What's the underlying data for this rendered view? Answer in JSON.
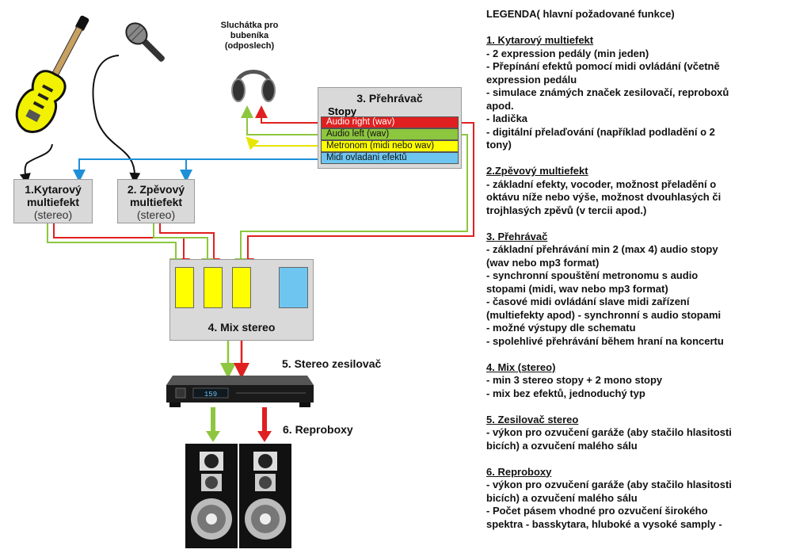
{
  "headphones": {
    "label_lines": [
      "Sluchátka pro",
      "bubeníka",
      "(odposlech)"
    ]
  },
  "player": {
    "title": "3. Přehrávač",
    "tracks_label": "Stopy",
    "tracks": [
      {
        "label": "Audio right (wav)",
        "color": "#e02020"
      },
      {
        "label": "Audio left (wav)",
        "color": "#8dc63f"
      },
      {
        "label": "Metronom (midi nebo wav)",
        "color": "#ffff00"
      },
      {
        "label": "Midi ovladani efektů",
        "color": "#6ec6f0"
      }
    ]
  },
  "guitar_fx": {
    "title_lines": [
      "1.Kytarový",
      "multiefekt"
    ],
    "sub": "(stereo)"
  },
  "vocal_fx": {
    "title_lines": [
      "2. Zpěvový",
      "multiefekt"
    ],
    "sub": "(stereo)"
  },
  "mix": {
    "title": "4. Mix stereo"
  },
  "amp": {
    "label": "5. Stereo zesilovač",
    "display": "159"
  },
  "speakers": {
    "label": "6. Reproboxy"
  },
  "colors": {
    "red": "#e02020",
    "green": "#8dc63f",
    "yellow": "#ffff00",
    "blue": "#1e90d8",
    "box": "#d9d9d9"
  },
  "legend": {
    "title": "LEGENDA( hlavní požadované funkce)",
    "sections": [
      {
        "heading": "1. Kytarový multiefekt",
        "lines": [
          "- 2 expression pedály (min jeden)",
          "- Přepínání efektů pomocí midi ovládání (včetně",
          "expression pedálu",
          "- simulace známých značek zesilovačí, reproboxů",
          "apod.",
          "- ladička",
          "- digitální přelaďování (například podladění o 2",
          "tony)"
        ]
      },
      {
        "heading": "2.Zpěvový multiefekt",
        "lines": [
          "- základní efekty, vocoder, možnost přeladění o",
          "oktávu níže nebo výše, možnost dvouhlasých či",
          "trojhlasých zpěvů (v tercii apod.)"
        ]
      },
      {
        "heading": "3. Přehrávač",
        "lines": [
          "- základní přehrávání min 2 (max 4) audio stopy",
          "(wav nebo mp3 format)",
          "- synchronní spouštění metronomu s audio",
          "stopami (midi, wav nebo mp3 format)",
          "- časové midi ovládání slave midi zařízení",
          "(multiefekty apod) - synchronní s audio stopami",
          "- možné výstupy dle schematu",
          "- spolehlivé přehrávání během hraní na koncertu"
        ]
      },
      {
        "heading": "4. Mix (stereo)",
        "lines": [
          "- min 3 stereo stopy + 2 mono stopy",
          "- mix bez efektů, jednoduchý typ"
        ]
      },
      {
        "heading": "5. Zesilovač stereo",
        "lines": [
          "- výkon pro ozvučení garáže (aby stačilo hlasitosti",
          "bicích) a ozvučení malého sálu"
        ]
      },
      {
        "heading": "6. Reproboxy",
        "lines": [
          "- výkon pro ozvučení garáže (aby stačilo hlasitosti",
          "bicích) a ozvučení malého sálu",
          "- Počet pásem vhodné pro ozvučení širokého",
          "spektra - basskytara, hluboké a vysoké samply -"
        ]
      }
    ]
  }
}
